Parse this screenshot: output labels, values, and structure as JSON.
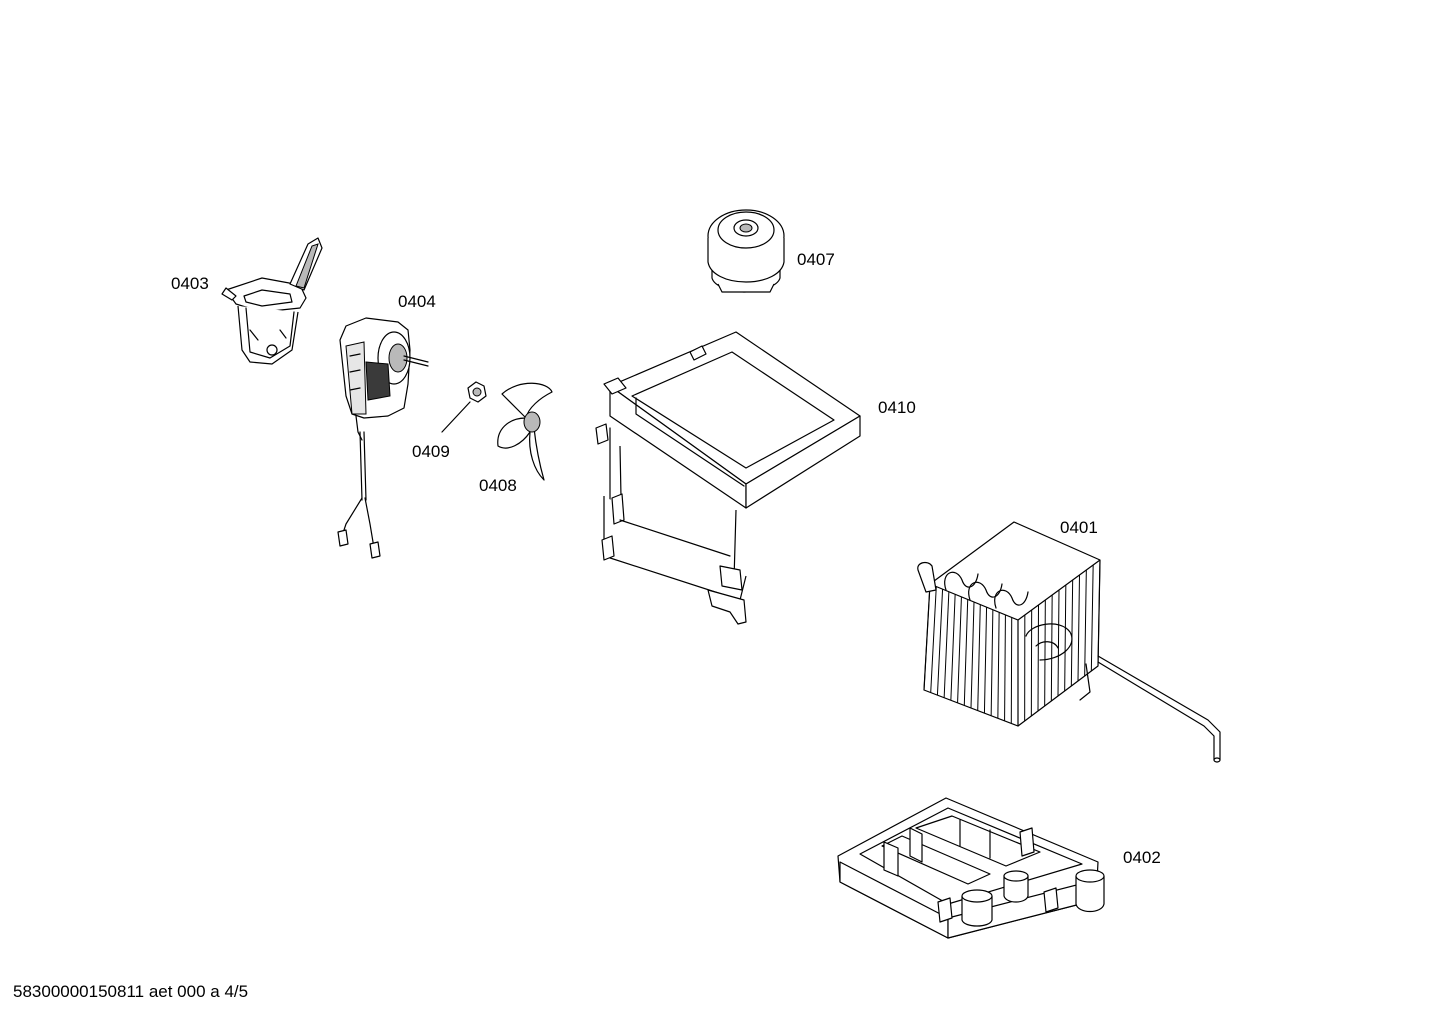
{
  "parts": [
    {
      "id": "0403",
      "label": "0403"
    },
    {
      "id": "0404",
      "label": "0404"
    },
    {
      "id": "0409",
      "label": "0409"
    },
    {
      "id": "0408",
      "label": "0408"
    },
    {
      "id": "0407",
      "label": "0407"
    },
    {
      "id": "0410",
      "label": "0410"
    },
    {
      "id": "0401",
      "label": "0401"
    },
    {
      "id": "0402",
      "label": "0402"
    }
  ],
  "footer": {
    "text": "58300000150811 aet 000 a 4/5"
  }
}
